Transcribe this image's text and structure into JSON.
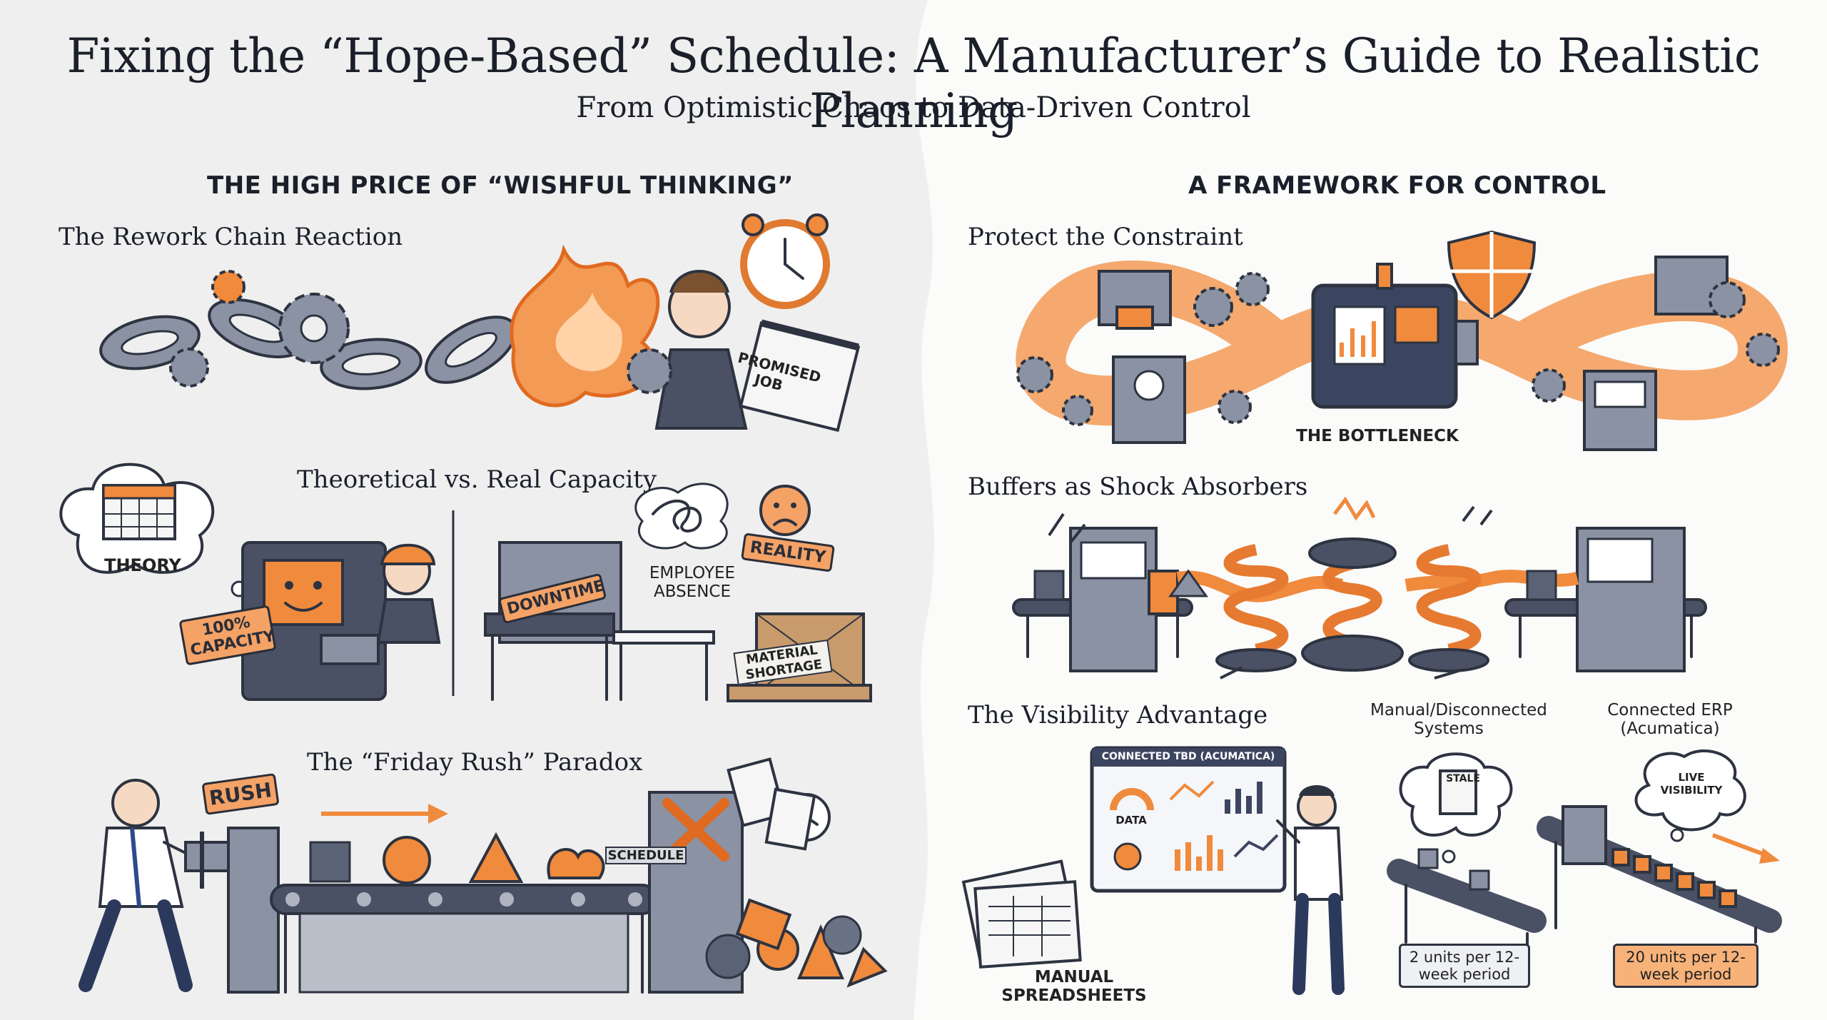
{
  "header": {
    "title": "Fixing the “Hope-Based” Schedule: A Manufacturer’s Guide to Realistic Planning",
    "subtitle": "From Optimistic Chaos to Data-Driven Control"
  },
  "left": {
    "heading": "THE HIGH PRICE OF “WISHFUL THINKING”",
    "rework": {
      "title": "The Rework Chain Reaction",
      "calendar_label": "PROMISED JOB"
    },
    "capacity": {
      "title": "Theoretical vs. Real Capacity",
      "theory_label": "THEORY",
      "capacity_tag": "100% CAPACITY",
      "downtime_tag": "DOWNTIME",
      "absence_label": "EMPLOYEE ABSENCE",
      "reality_tag": "REALITY",
      "shortage_label": "MATERIAL SHORTAGE"
    },
    "rush": {
      "title": "The “Friday Rush” Paradox",
      "rush_sign": "RUSH",
      "schedule_label": "SCHEDULE"
    }
  },
  "right": {
    "heading": "A FRAMEWORK FOR CONTROL",
    "constraint": {
      "title": "Protect the Constraint",
      "bottleneck_label": "THE BOTTLENECK"
    },
    "buffers": {
      "title": "Buffers as Shock Absorbers"
    },
    "visibility": {
      "title": "The Visibility Advantage",
      "dashboard_title": "CONNECTED TBD (ACUMATICA)",
      "dashboard_data": "DATA",
      "spreadsheet_label": "MANUAL SPREADSHEETS",
      "manual_header": "Manual/Disconnected Systems",
      "manual_bubble": "STALE",
      "manual_rate": "2 units per 12-week period",
      "erp_header": "Connected ERP (Acumatica)",
      "erp_bubble": "LIVE VISIBILITY",
      "erp_rate": "20 units per 12-week period"
    }
  },
  "colors": {
    "accent": "#f08a3c",
    "ink": "#2d3340",
    "steel": "#8a92a3"
  }
}
